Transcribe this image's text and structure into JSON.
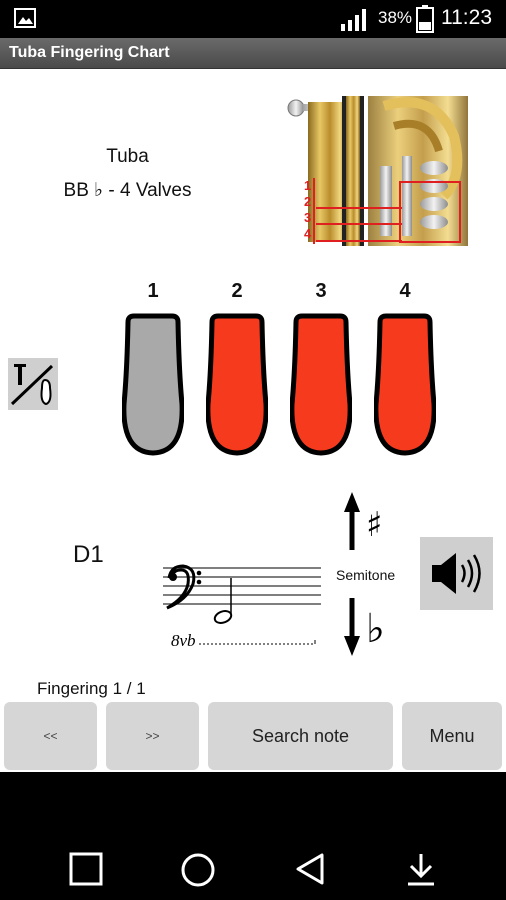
{
  "status_bar": {
    "battery_percent": "38%",
    "clock": "11:23"
  },
  "app": {
    "title": "Tuba Fingering Chart"
  },
  "instrument": {
    "name": "Tuba",
    "key": "BB ♭ - 4 Valves"
  },
  "diagram": {
    "valve_labels": [
      "1",
      "2",
      "3",
      "4"
    ]
  },
  "valves": [
    {
      "label": "1",
      "pressed": false
    },
    {
      "label": "2",
      "pressed": true
    },
    {
      "label": "3",
      "pressed": true
    },
    {
      "label": "4",
      "pressed": true
    }
  ],
  "colors": {
    "pressed": "#f53a1e",
    "open": "#a9a9a9"
  },
  "note": {
    "name": "D1",
    "octave_marking": "8vb",
    "semitone_label": "Semitone",
    "sharp": "♯",
    "flat": "♭"
  },
  "fingering": {
    "label": "Fingering 1 / 1"
  },
  "buttons": {
    "prev": "<<",
    "next": ">>",
    "search": "Search note",
    "menu": "Menu"
  },
  "icons": {
    "toggle": "valve-toggle-icon",
    "speaker": "speaker-icon",
    "nav": [
      "square-icon",
      "circle-icon",
      "back-triangle-icon",
      "download-arrow-icon"
    ]
  }
}
